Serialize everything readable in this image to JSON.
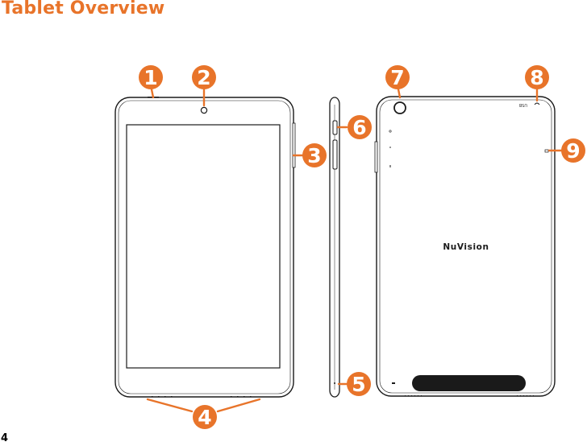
{
  "page": {
    "title": "Tablet Overview",
    "page_number": "4"
  },
  "colors": {
    "accent": "#e8742a",
    "outline": "#1a1a1a"
  },
  "device": {
    "brand": "NuVision",
    "back_port_label": "USB"
  },
  "callouts": [
    {
      "number": "1"
    },
    {
      "number": "2"
    },
    {
      "number": "3"
    },
    {
      "number": "4"
    },
    {
      "number": "5"
    },
    {
      "number": "6"
    },
    {
      "number": "7"
    },
    {
      "number": "8"
    },
    {
      "number": "9"
    }
  ]
}
